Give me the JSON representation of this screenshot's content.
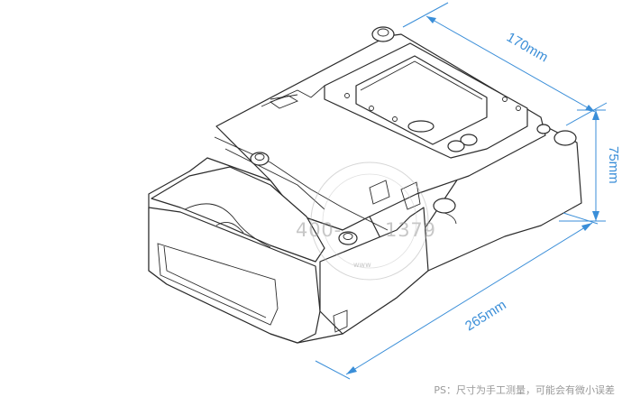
{
  "dimensions": {
    "width": "170mm",
    "height": "75mm",
    "length": "265mm"
  },
  "watermark": {
    "line1": "400-",
    "line2": "1379",
    "small": "www"
  },
  "note": "PS：尺寸为手工测量，可能会有微小误差",
  "colors": {
    "dimension": "#3a8ed8",
    "outline": "#2b2b2b",
    "watermark": "#9a9a9a"
  }
}
